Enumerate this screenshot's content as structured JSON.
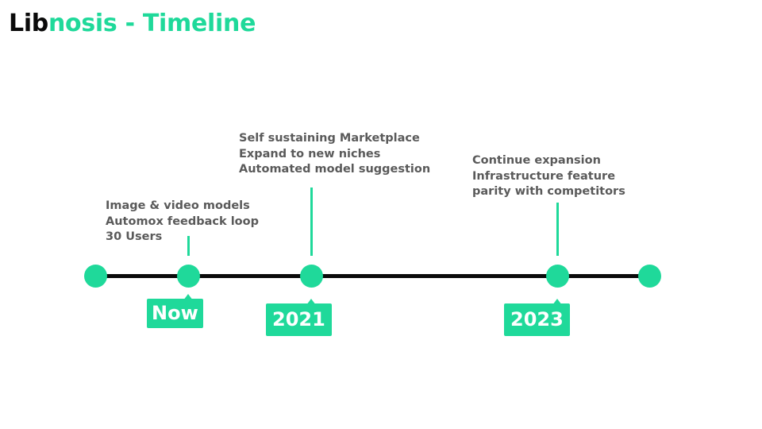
{
  "title": {
    "prefix": "Lib",
    "rest": "nosis - Timeline"
  },
  "milestones": [
    {
      "label": "Now",
      "notes": [
        "Image & video models",
        "Automox feedback loop",
        "30 Users"
      ]
    },
    {
      "label": "2021",
      "notes": [
        "Self sustaining Marketplace",
        "Expand to new niches",
        "Automated model suggestion"
      ]
    },
    {
      "label": "2023",
      "notes": [
        "Continue expansion",
        "Infrastructure feature",
        "parity with competitors"
      ]
    }
  ],
  "colors": {
    "accent": "#1fd99a",
    "line": "#0a0a0a",
    "note_text": "#5a5a5a"
  }
}
